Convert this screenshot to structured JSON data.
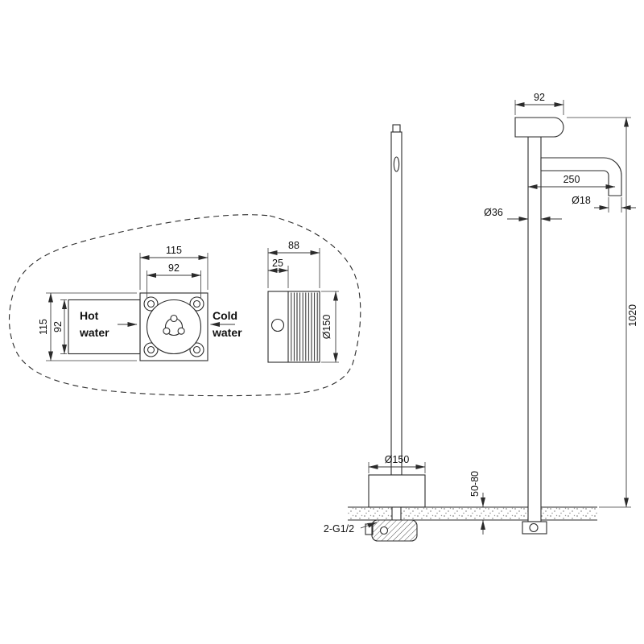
{
  "valve_front": {
    "dim_width_outer": "115",
    "dim_width_inner": "92",
    "dim_height_outer": "115",
    "dim_height_inner": "92",
    "hot_line1": "Hot",
    "hot_line2": "water",
    "cold_line1": "Cold",
    "cold_line2": "water"
  },
  "valve_side": {
    "dim_width": "88",
    "dim_plate": "25",
    "dim_diameter": "Ø150"
  },
  "faucet": {
    "dim_top_width": "92",
    "dim_spout_reach": "250",
    "dim_spout_diameter": "Ø18",
    "dim_column_diameter": "Ø36",
    "dim_total_height": "1020",
    "dim_base_diameter": "Ø150",
    "dim_floor_thickness": "50-80",
    "connection_label": "2-G1/2"
  }
}
